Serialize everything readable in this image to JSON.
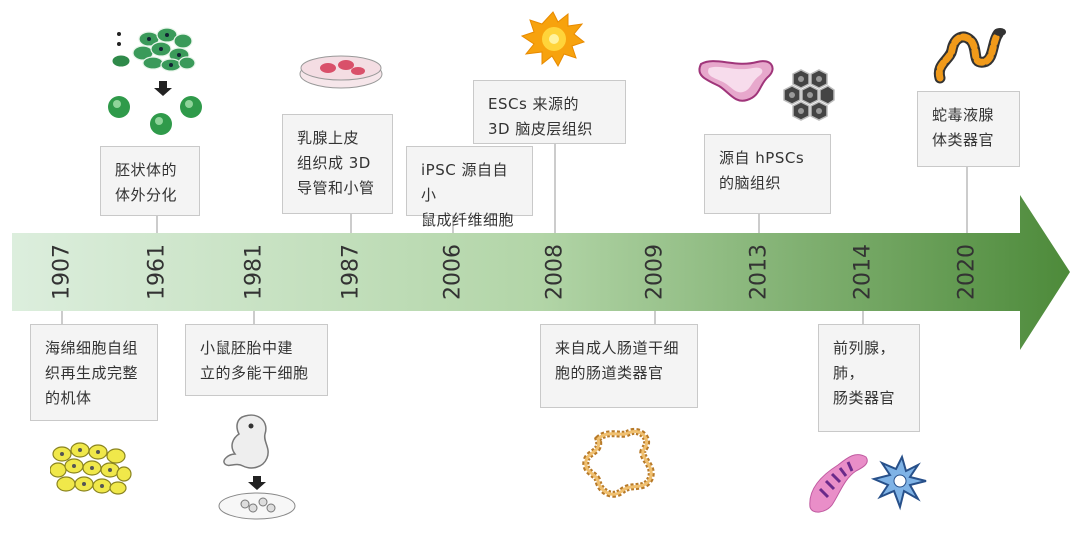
{
  "theme": {
    "arrow_start": "#dceedd",
    "arrow_end": "#4d8a3a",
    "box_bg": "#f4f4f4",
    "box_border": "#c9c9c9"
  },
  "timeline": {
    "events": [
      {
        "year": "1907",
        "label": "海绵细胞自组\n织再生成完整\n的机体",
        "icon": "yellow-cells-icon"
      },
      {
        "year": "1961",
        "label": "胚状体的\n体外分化",
        "icon": "green-cells-differentiation-icon"
      },
      {
        "year": "1981",
        "label": "小鼠胚胎中建\n立的多能干细胞",
        "icon": "embryo-to-dish-icon"
      },
      {
        "year": "1987",
        "label": "乳腺上皮\n组织成 3D\n导管和小管",
        "icon": "petri-dish-icon"
      },
      {
        "year": "2006",
        "label": "iPSC 源自自小\n鼠成纤维细胞",
        "icon": ""
      },
      {
        "year": "2008",
        "label": "ESCs 来源的\n3D 脑皮层组织",
        "icon": "orange-cortex-icon"
      },
      {
        "year": "2009",
        "label": "来自成人肠道干细\n胞的肠道类器官",
        "icon": "intestinal-organoid-icon"
      },
      {
        "year": "2013",
        "label": "源自 hPSCs\n的脑组织",
        "icon": "brain-tissue-hexagon-icon"
      },
      {
        "year": "2014",
        "label": "前列腺，\n肺，\n肠类器官",
        "icon": "prostate-lung-organoid-icon"
      },
      {
        "year": "2020",
        "label": "蛇毒液腺\n体类器官",
        "icon": "snake-icon"
      }
    ]
  }
}
